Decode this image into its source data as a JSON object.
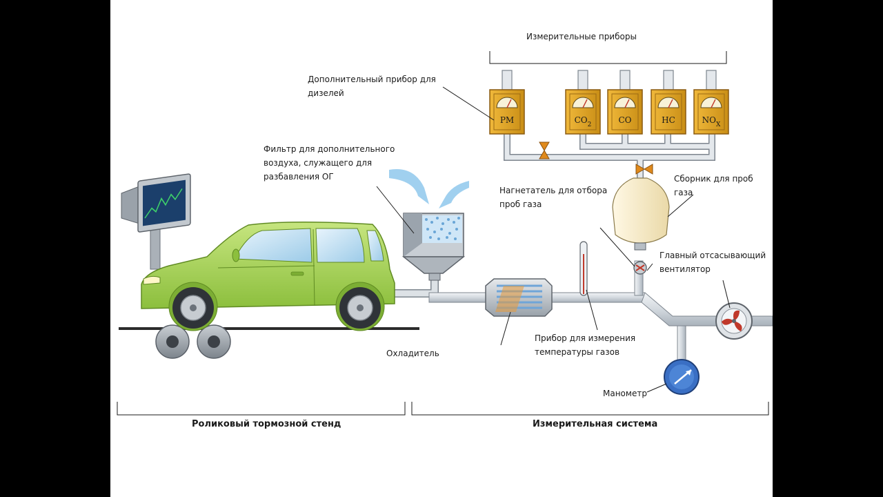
{
  "labels": {
    "measuring_instruments": "Измерительные приборы",
    "diesel_device": "Дополнительный прибор для\nдизелей",
    "air_filter": "Фильтр для дополнительного\nвоздуха, служащего для\nразбавления ОГ",
    "sample_blower": "Нагнетатель для отбора\nпроб газа",
    "sample_collector": "Сборник для проб газа",
    "main_fan": "Главный отсасывающий\nвентилятор",
    "cooler": "Охладитель",
    "gas_temp_device": "Прибор для измерения\nтемпературы газов",
    "manometer": "Манометр",
    "roller_stand": "Роликовый тормозной стенд",
    "measuring_system": "Измерительная система"
  },
  "meters": [
    {
      "base": "PM",
      "sub": ""
    },
    {
      "base": "CO",
      "sub": "2"
    },
    {
      "base": "CO",
      "sub": ""
    },
    {
      "base": "HC",
      "sub": ""
    },
    {
      "base": "NO",
      "sub": "X"
    }
  ],
  "colors": {
    "car_body": "#a8d45a",
    "meter_box": "#e0a526",
    "pipe": "#d8dde2",
    "fan_accent": "#c0392b",
    "manometer": "#3a6fc4",
    "airflow": "#8fc8ec",
    "screen_chart": "#3ed06a"
  },
  "icons": [
    "monitor-icon",
    "car-icon",
    "roller-icon",
    "filter-icon",
    "cooler-icon",
    "thermometer-icon",
    "valve-icon",
    "sample-bag-icon",
    "fan-icon",
    "manometer-icon"
  ]
}
